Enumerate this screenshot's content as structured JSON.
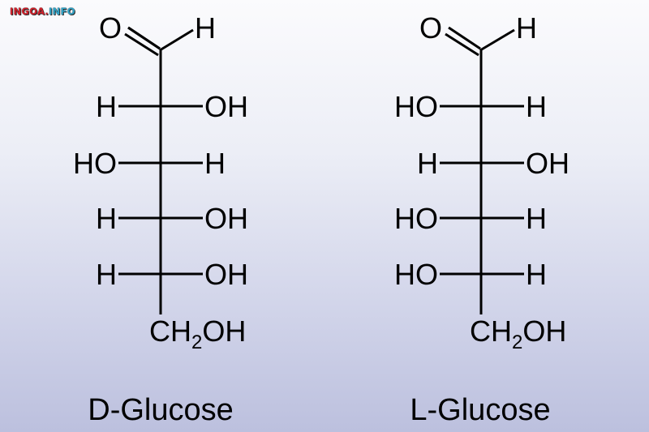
{
  "watermark": {
    "part1": "INGOA.",
    "part2": "INFO",
    "color1": "#d2202a",
    "color2": "#2fa3c7"
  },
  "background": {
    "top": "#fbfbfd",
    "bottom": "#bcc0de"
  },
  "molecules": [
    {
      "name": "D-Glucose",
      "aldehyde": {
        "oxygen": "O",
        "hydrogen": "H"
      },
      "rows": [
        {
          "left": "H",
          "right": "OH"
        },
        {
          "left": "HO",
          "right": "H"
        },
        {
          "left": "H",
          "right": "OH"
        },
        {
          "left": "H",
          "right": "OH"
        }
      ],
      "terminal": {
        "c": "CH",
        "sub": "2",
        "rest": "OH"
      }
    },
    {
      "name": "L-Glucose",
      "aldehyde": {
        "oxygen": "O",
        "hydrogen": "H"
      },
      "rows": [
        {
          "left": "HO",
          "right": "H"
        },
        {
          "left": "H",
          "right": "OH"
        },
        {
          "left": "HO",
          "right": "H"
        },
        {
          "left": "HO",
          "right": "H"
        }
      ],
      "terminal": {
        "c": "CH",
        "sub": "2",
        "rest": "OH"
      }
    }
  ]
}
